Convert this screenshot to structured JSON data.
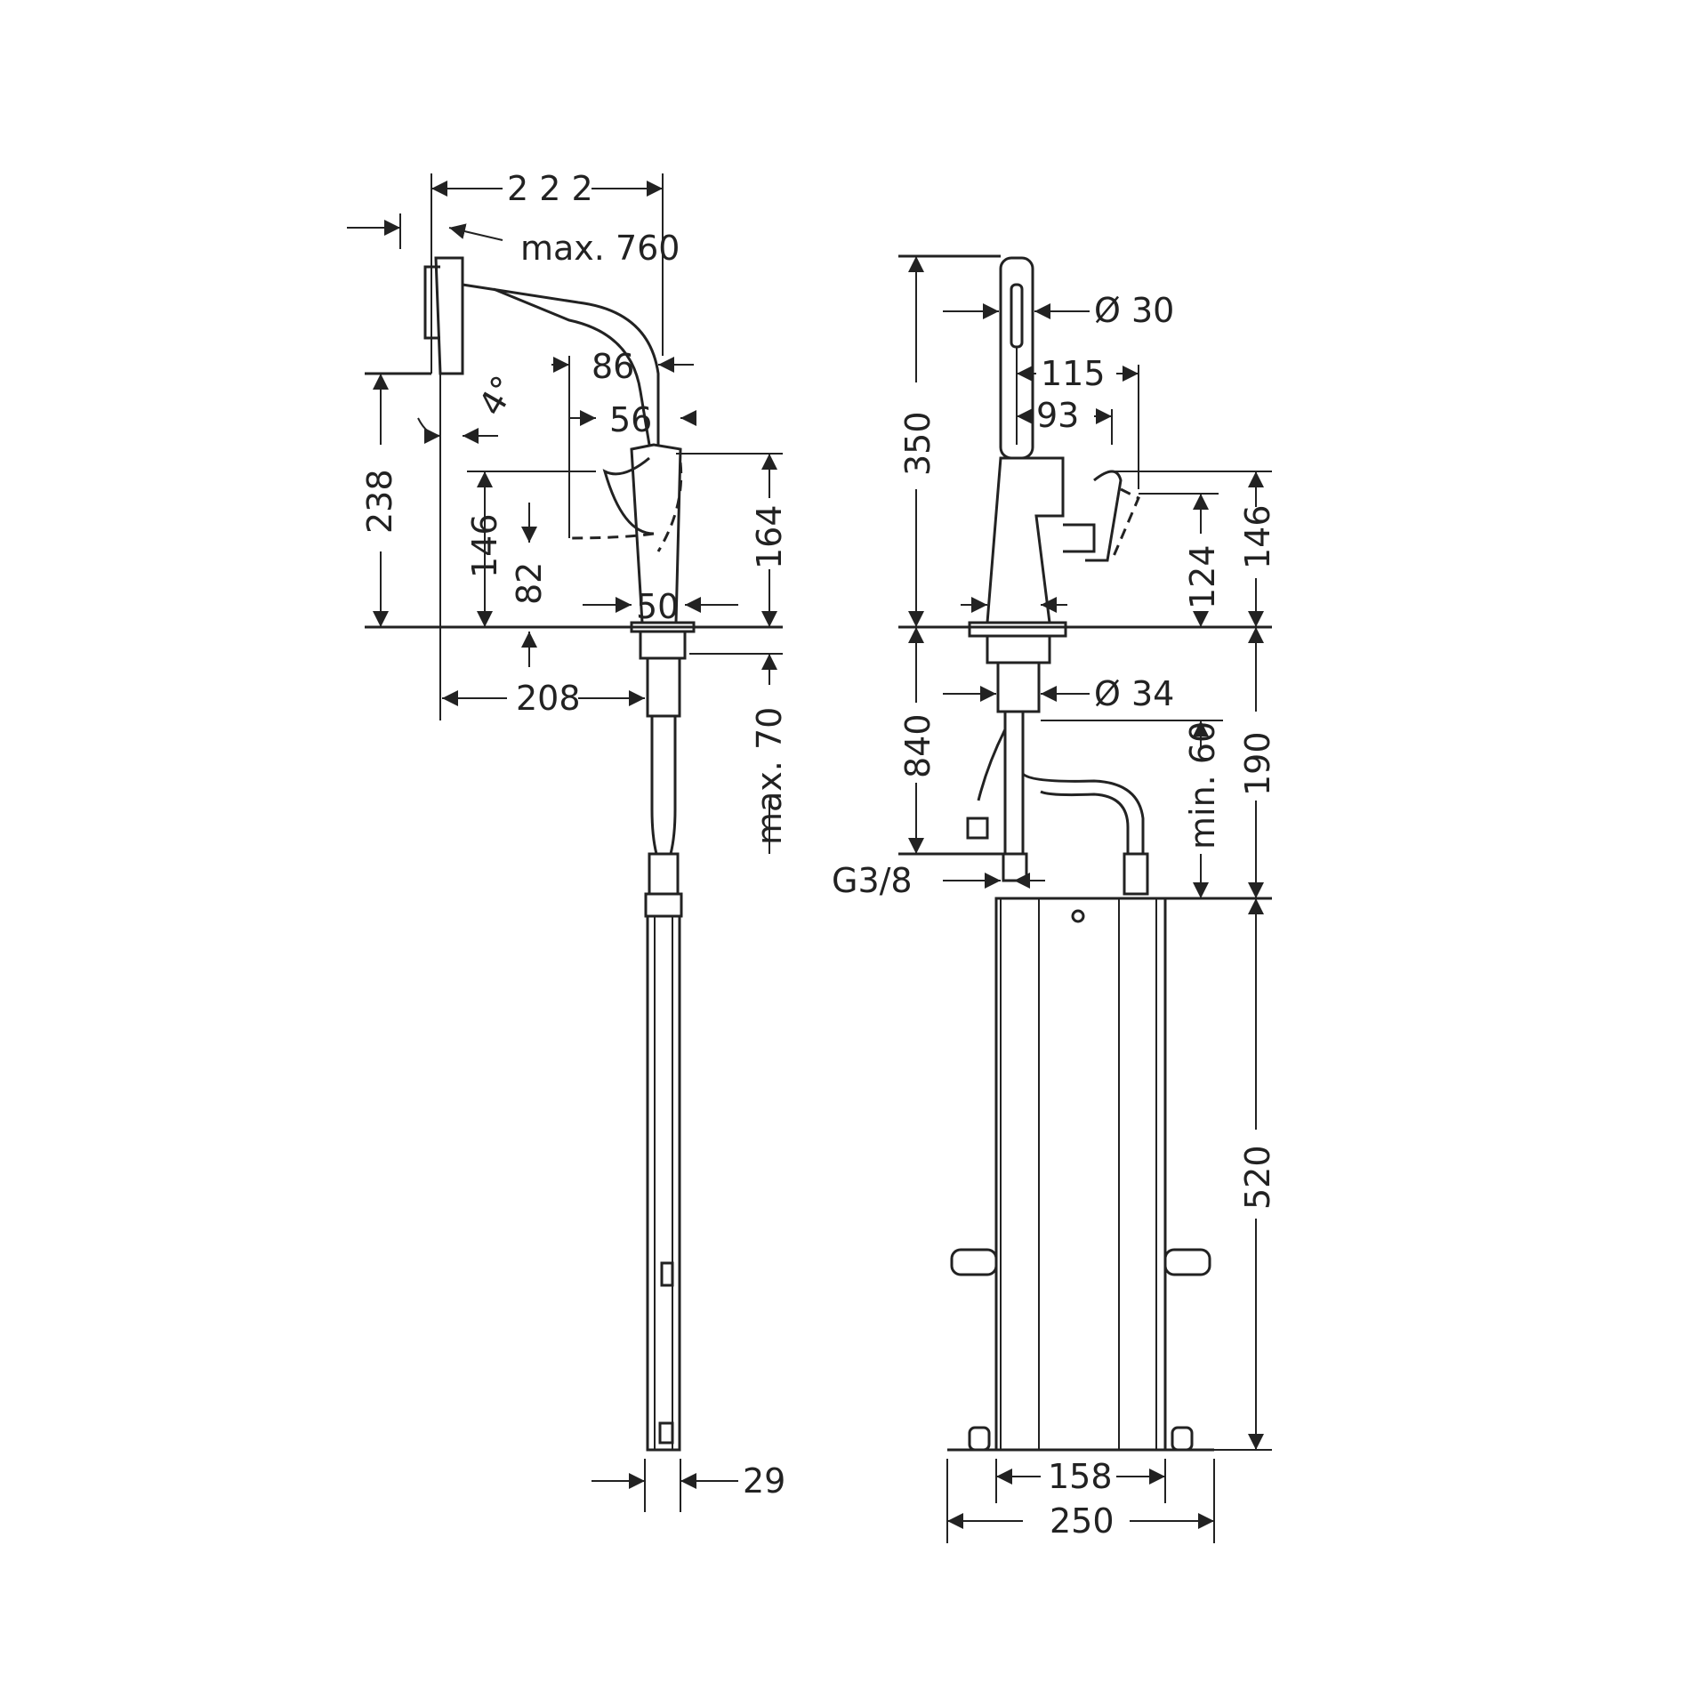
{
  "side_view": {
    "width_222": "2 2 2",
    "reach_max": "max. 760",
    "dim_86": "86",
    "dim_56": "56",
    "angle": "4°",
    "height_238": "238",
    "height_146": "146",
    "height_82": "82",
    "height_164": "164",
    "base_50": "50",
    "reach_208": "208",
    "thickness_max70": "max. 70",
    "box_29": "29"
  },
  "front_view": {
    "dia_30": "Ø 30",
    "dim_115": "115",
    "dim_93": "93",
    "height_350": "350",
    "height_124": "124",
    "height_146": "146",
    "dia_34": "Ø 34",
    "height_840": "840",
    "min_60": "min. 60",
    "height_190": "190",
    "thread": "G3/8",
    "height_520": "520",
    "width_158": "158",
    "width_250": "250"
  }
}
